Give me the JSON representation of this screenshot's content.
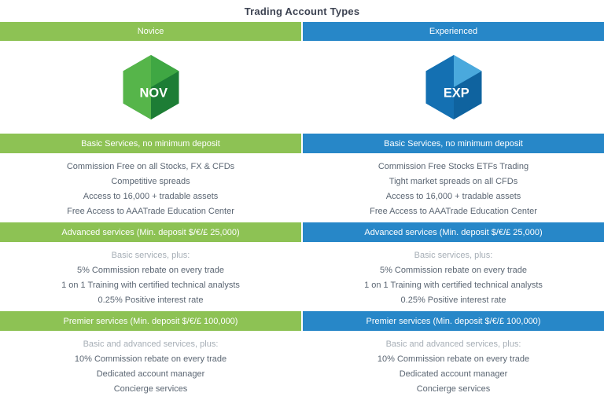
{
  "page": {
    "title": "Trading Account Types"
  },
  "colors": {
    "novice_accent": "#8dc254",
    "experienced_accent": "#2787c8"
  },
  "columns": [
    {
      "name": "Novice",
      "logo_text": "NOV",
      "sections": [
        {
          "header": "Basic Services, no minimum deposit",
          "items": [
            "Commission Free on all Stocks, FX & CFDs",
            "Competitive spreads",
            "Access to 16,000 + tradable assets",
            "Free Access to AAATrade Education Center"
          ]
        },
        {
          "header": "Advanced services (Min. deposit $/€/£ 25,000)",
          "note": "Basic services, plus:",
          "items": [
            "5% Commission rebate on every trade",
            "1 on 1 Training with certified technical analysts",
            "0.25% Positive interest rate"
          ]
        },
        {
          "header": "Premier services (Min. deposit $/€/£ 100,000)",
          "note": "Basic and advanced services, plus:",
          "items": [
            "10% Commission rebate on every trade",
            "Dedicated account manager",
            "Concierge services"
          ]
        }
      ]
    },
    {
      "name": "Experienced",
      "logo_text": "EXP",
      "sections": [
        {
          "header": "Basic Services, no minimum deposit",
          "items": [
            "Commission Free Stocks ETFs Trading",
            "Tight market spreads on all CFDs",
            "Access to 16,000 + tradable assets",
            "Free Access to AAATrade Education Center"
          ]
        },
        {
          "header": "Advanced services (Min. deposit $/€/£ 25,000)",
          "note": "Basic services, plus:",
          "items": [
            "5% Commission rebate on every trade",
            "1 on 1 Training with certified technical analysts",
            "0.25% Positive interest rate"
          ]
        },
        {
          "header": "Premier services (Min. deposit $/€/£ 100,000)",
          "note": "Basic and advanced services, plus:",
          "items": [
            "10% Commission rebate on every trade",
            "Dedicated account manager",
            "Concierge services"
          ]
        }
      ]
    }
  ]
}
